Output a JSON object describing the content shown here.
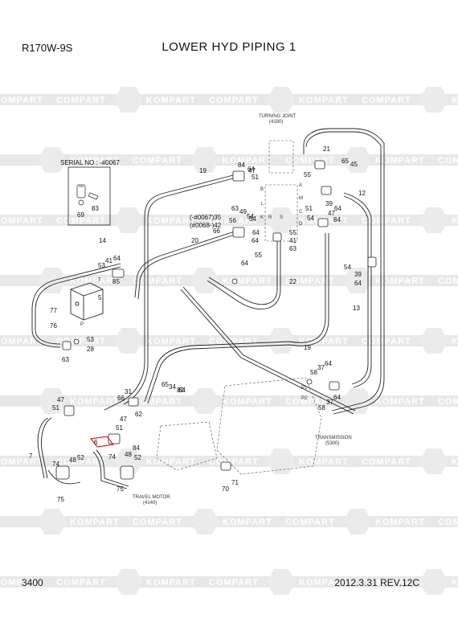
{
  "header": {
    "model": "R170W-9S",
    "title": "LOWER HYD PIPING 1"
  },
  "footer": {
    "page_number": "3400",
    "revision": "2012.3.31   REV.12C"
  },
  "watermark": {
    "text_a": "KOMPART",
    "text_b": "COMPART"
  },
  "serial_box": {
    "label": "SERIAL NO : -#0067",
    "part_a": "69",
    "part_b": "83"
  },
  "serial_range": {
    "line1": "(-#0067)35",
    "line2": "(#0068-)42"
  },
  "components": {
    "turning_joint": "TURNING JOINT",
    "turning_joint_no": "(4180)",
    "transmission": "TRANSMISSION",
    "transmission_no": "(5300)",
    "travel_motor": "TRAVEL MOTOR",
    "travel_motor_no": "(4140)"
  },
  "ports": {
    "A": "A",
    "B": "B",
    "C": "C",
    "D": "D",
    "L": "L",
    "M": "M",
    "R": "R",
    "K": "K",
    "S": "S",
    "T": "T",
    "P": "P",
    "P1": "P1",
    "P2": "P2"
  },
  "callouts": {
    "c1": "21",
    "c2": "65",
    "c3": "45",
    "c4": "55",
    "c5": "12",
    "c6": "39",
    "c7": "64",
    "c8": "51",
    "c9": "54",
    "c10": "47",
    "c11": "84",
    "c12": "84",
    "c13": "47",
    "c14": "51",
    "c15": "19",
    "c16": "63",
    "c17": "49",
    "c18": "54",
    "c19": "56",
    "c20": "55",
    "c21": "64",
    "c22": "41",
    "c23": "63",
    "c24": "20",
    "c25": "66",
    "c26": "64",
    "c27": "55",
    "c28": "64",
    "c29": "22",
    "c30": "14",
    "c31": "53",
    "c32": "41",
    "c33": "64",
    "c34": "85",
    "c35": "5",
    "c36": "77",
    "c37": "76",
    "c38": "53",
    "c39": "28",
    "c40": "63",
    "c41": "54",
    "c42": "39",
    "c43": "64",
    "c44": "13",
    "c45": "19",
    "c46": "58",
    "c47": "37",
    "c48": "64",
    "c49": "65",
    "c50": "34",
    "c51": "82",
    "c52": "31",
    "c53": "66",
    "c54": "47",
    "c55": "51",
    "c56": "62",
    "c57": "51",
    "c58": "47",
    "c59": "84",
    "c60": "48",
    "c61": "52",
    "c62": "74",
    "c63": "7",
    "c64": "74",
    "c65": "48",
    "c66": "52",
    "c67": "75",
    "c68": "75",
    "c69": "70",
    "c70": "71",
    "c71": "58",
    "c72": "37",
    "c73": "64",
    "c74": "6",
    "c75": "84",
    "c76": "64",
    "c77": "54"
  }
}
